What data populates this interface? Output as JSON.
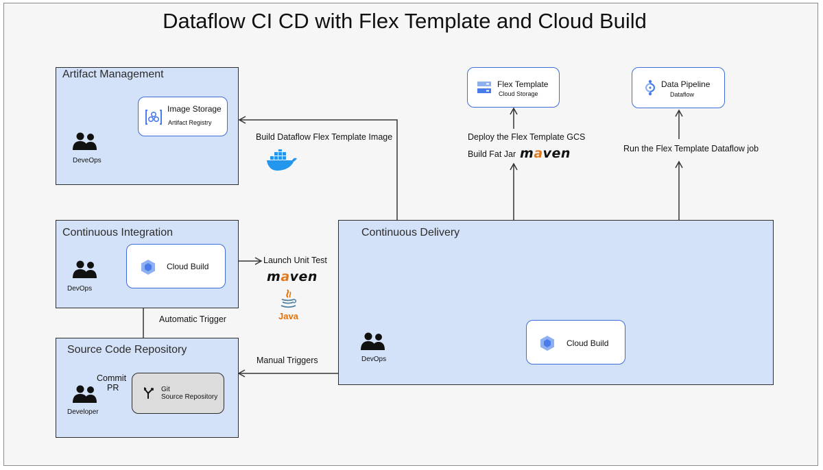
{
  "title": "Dataflow CI CD with Flex Template and Cloud Build",
  "colors": {
    "group_fill": "#d3e2f8",
    "card_border": "#3d6cd8",
    "arrow": "#333333",
    "blue_arrow": "#1f3fbf",
    "maven_accent": "#e07a1f",
    "docker_blue": "#2496ed",
    "gcp_blue": "#4a7bea"
  },
  "groups": {
    "artifact": {
      "title": "Artifact Management",
      "person_label": "DeveOps"
    },
    "ci": {
      "title": "Continuous Integration",
      "person_label": "DevOps"
    },
    "source": {
      "title": "Source Code Repository",
      "person_label": "Developer"
    },
    "cd": {
      "title": "Continuous Delivery",
      "person_label": "DevOps"
    }
  },
  "cards": {
    "image_storage": {
      "title": "Image Storage",
      "subtitle": "Artifact Registry",
      "icon": "artifact-registry-icon"
    },
    "ci_cloud_build": {
      "title": "Cloud Build",
      "icon": "cloud-build-icon"
    },
    "git": {
      "title": "Git",
      "subtitle": "Source Repository",
      "icon": "git-branch-icon"
    },
    "cd_cloud_build": {
      "title": "Cloud Build",
      "icon": "cloud-build-icon"
    },
    "flex_template": {
      "title": "Flex Template",
      "subtitle": "Cloud Storage",
      "icon": "cloud-storage-icon"
    },
    "data_pipeline": {
      "title": "Data Pipeline",
      "subtitle": "Dataflow",
      "icon": "dataflow-icon"
    }
  },
  "labels": {
    "build_image": "Build Dataflow Flex Template Image",
    "deploy_gcs": "Deploy the Flex Template GCS",
    "build_fat_jar": "Build Fat Jar",
    "run_job": "Run the Flex Template Dataflow job",
    "launch_unit_test": "Launch Unit Test",
    "automatic_trigger": "Automatic Trigger",
    "manual_triggers": "Manual Triggers",
    "commit": "Commit",
    "pr": "PR",
    "java": "Java"
  },
  "logos": {
    "maven_text": "maven"
  }
}
